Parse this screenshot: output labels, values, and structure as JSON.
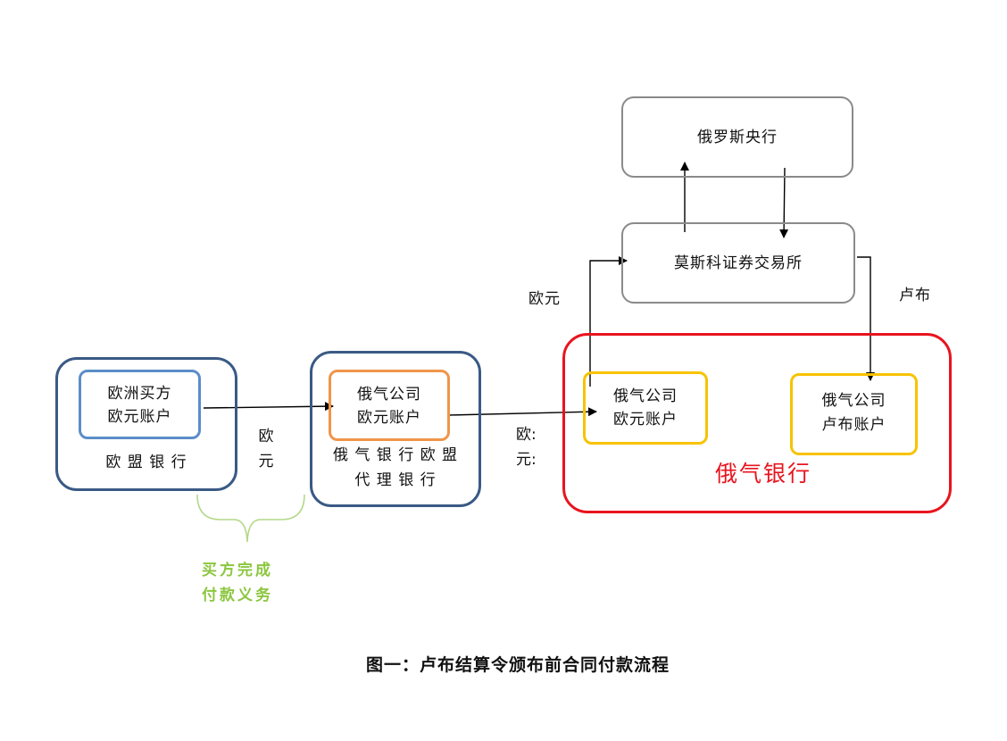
{
  "nodes": {
    "central_bank": "俄罗斯央行",
    "moex": "莫斯科证券交易所",
    "eu_buyer_account_line1": "欧洲买方",
    "eu_buyer_account_line2": "欧元账户",
    "eu_bank": "欧 盟 银 行",
    "gazprom_eur_agent_line1": "俄气公司",
    "gazprom_eur_agent_line2": "欧元账户",
    "gazprombank_eu_agent_line1": "俄 气 银 行 欧 盟",
    "gazprombank_eu_agent_line2": "代 理 银 行",
    "gazprom_eur_account_line1": "俄气公司",
    "gazprom_eur_account_line2": "欧元账户",
    "gazprom_rub_account_line1": "俄气公司",
    "gazprom_rub_account_line2": "卢布账户",
    "gazprombank": "俄气银行"
  },
  "edge_labels": {
    "euro_vertical_1": "欧",
    "euro_vertical_2": "元",
    "euro_to_moex": "欧元",
    "rouble_from_moex": "卢布",
    "euro_partial_1": "欧:",
    "euro_partial_2": "元:"
  },
  "brace_label": {
    "line1": "买方完成",
    "line2": "付款义务"
  },
  "caption": "图一：卢布结算令颁布前合同付款流程",
  "colors": {
    "dark_blue": "#3a5a85",
    "light_blue": "#5b8dc8",
    "orange": "#f0954a",
    "yellow": "#f7c300",
    "red": "#e8141e",
    "gray": "#8a8a8a",
    "green": "#8cc63f"
  }
}
